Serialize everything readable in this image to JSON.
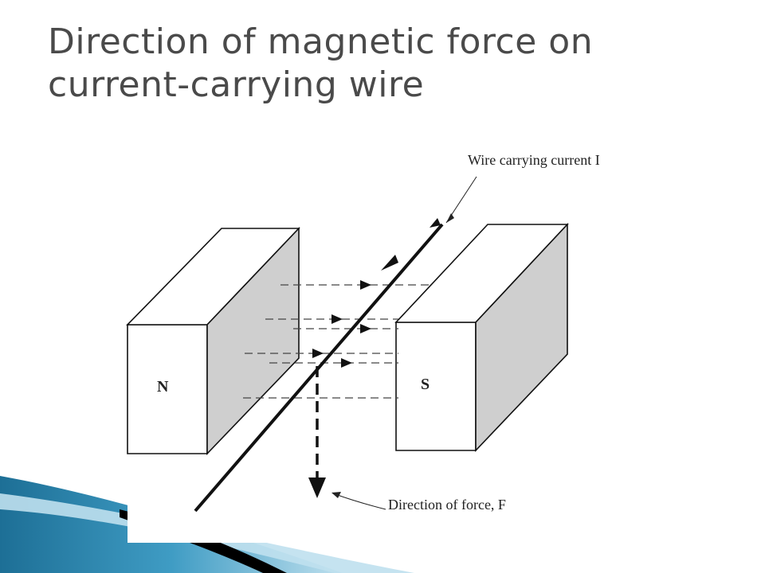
{
  "slide": {
    "title": "Direction of magnetic force on current-carrying wire"
  },
  "diagram": {
    "magnet_left_label": "N",
    "magnet_right_label": "S",
    "wire_label": "Wire carrying current I",
    "force_label": "Direction of force, F"
  },
  "colors": {
    "title_text": "#4a4a4a",
    "magnet_side_shade": "#cfcfcf",
    "line": "#111111",
    "swoosh_light": "#bfe0ee",
    "swoosh_mid": "#3f9cc4",
    "swoosh_dark": "#1d6f96",
    "swoosh_black": "#000000"
  }
}
